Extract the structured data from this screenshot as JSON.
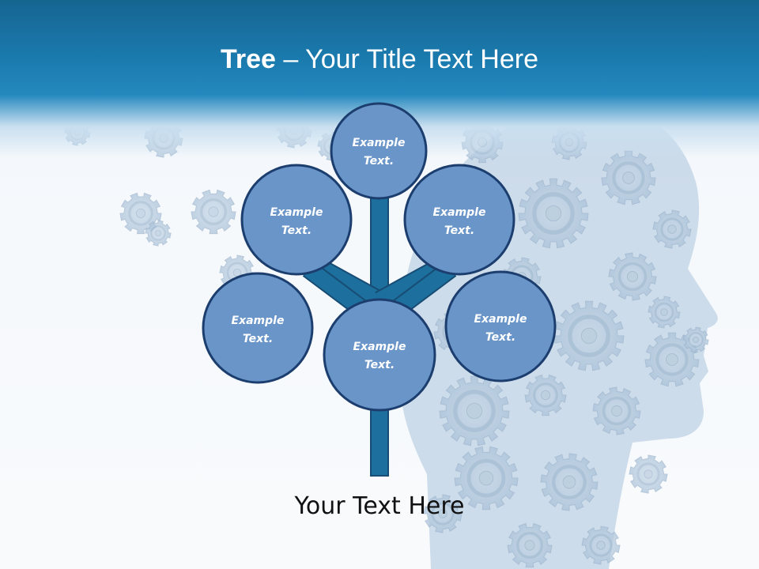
{
  "title": {
    "bold": "Tree",
    "separator": " – ",
    "rest": "Your Title Text Here"
  },
  "tree": {
    "nodes": [
      {
        "line1": "Example",
        "line2": "Text."
      },
      {
        "line1": "Example",
        "line2": "Text."
      },
      {
        "line1": "Example",
        "line2": "Text."
      },
      {
        "line1": "Example",
        "line2": "Text."
      },
      {
        "line1": "Example",
        "line2": "Text."
      },
      {
        "line1": "Example",
        "line2": "Text."
      }
    ]
  },
  "caption": "Your Text Here",
  "colors": {
    "header": "#1b7cb0",
    "node_fill": "#6a95c9",
    "node_stroke": "#1c3e6e",
    "trunk": "#1d6f9d",
    "trunk_stroke": "#174c74"
  }
}
